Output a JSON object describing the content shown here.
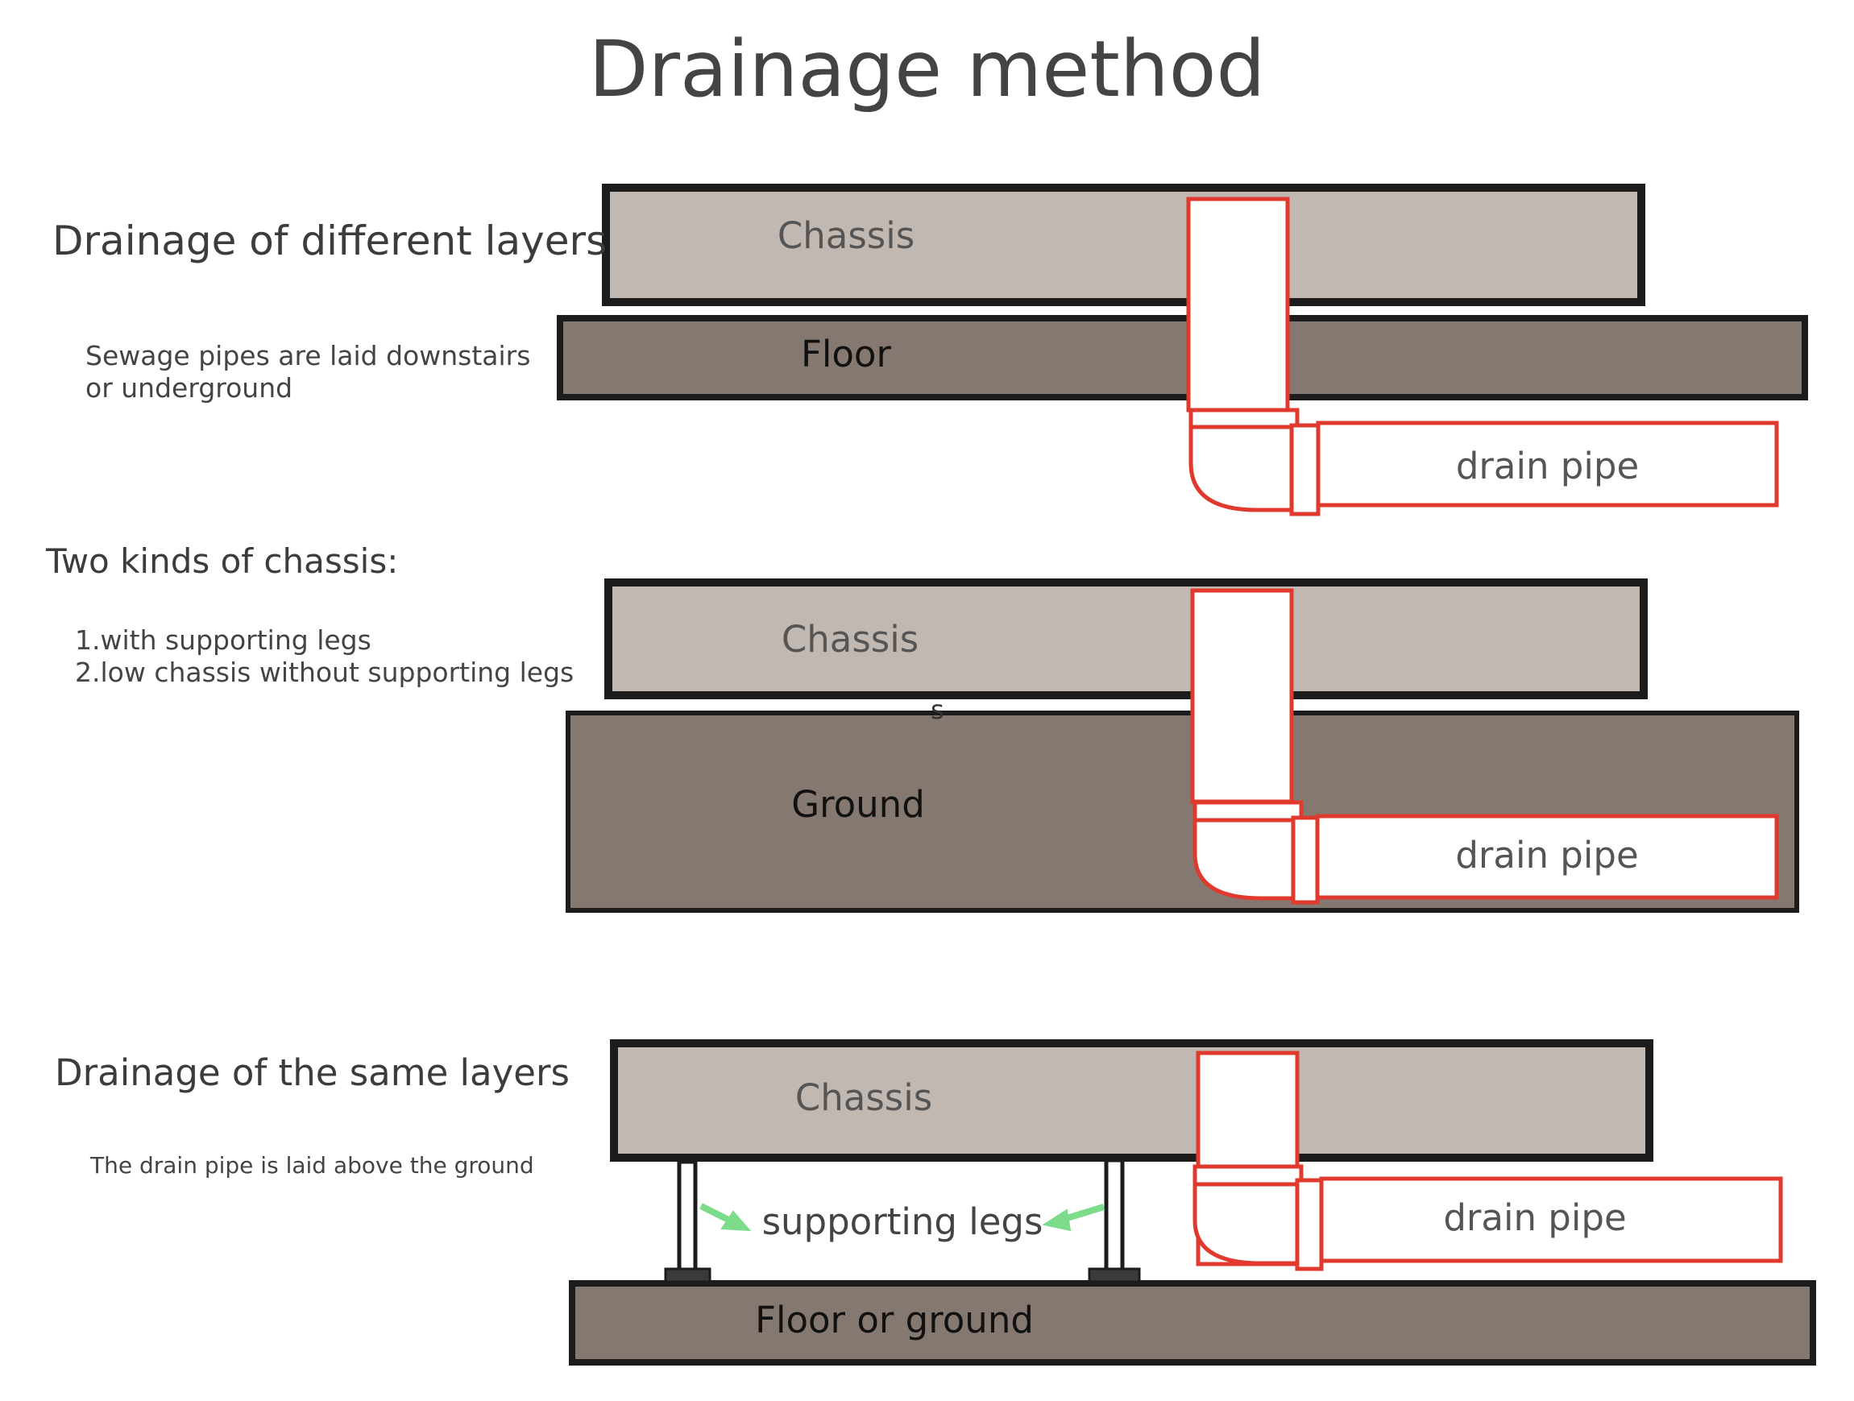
{
  "title": "Drainage method",
  "colors": {
    "chassis_fill": "#c2b8b2",
    "floor_fill": "#857870",
    "pipe_outline": "#e03a2f",
    "frame_outline": "#1c1c1c",
    "arrow_green": "#7ddc8b"
  },
  "section1": {
    "heading": "Drainage of different layers",
    "note_line1": "Sewage pipes are laid downstairs",
    "note_line2": "or underground",
    "chassis_label": "Chassis",
    "floor_label": "Floor",
    "pipe_label": "drain pipe"
  },
  "section2": {
    "heading": "Two kinds of chassis:",
    "item1": "1.with supporting legs",
    "item2": "2.low chassis without supporting legs",
    "chassis_label": "Chassis",
    "ground_label": "Ground",
    "pipe_label": "drain pipe",
    "stray_mark": "s"
  },
  "section3": {
    "heading": "Drainage of the same layers",
    "note": "The drain pipe is laid above the ground",
    "chassis_label": "Chassis",
    "legs_label": "supporting legs",
    "floor_label": "Floor or ground",
    "pipe_label": "drain pipe"
  }
}
